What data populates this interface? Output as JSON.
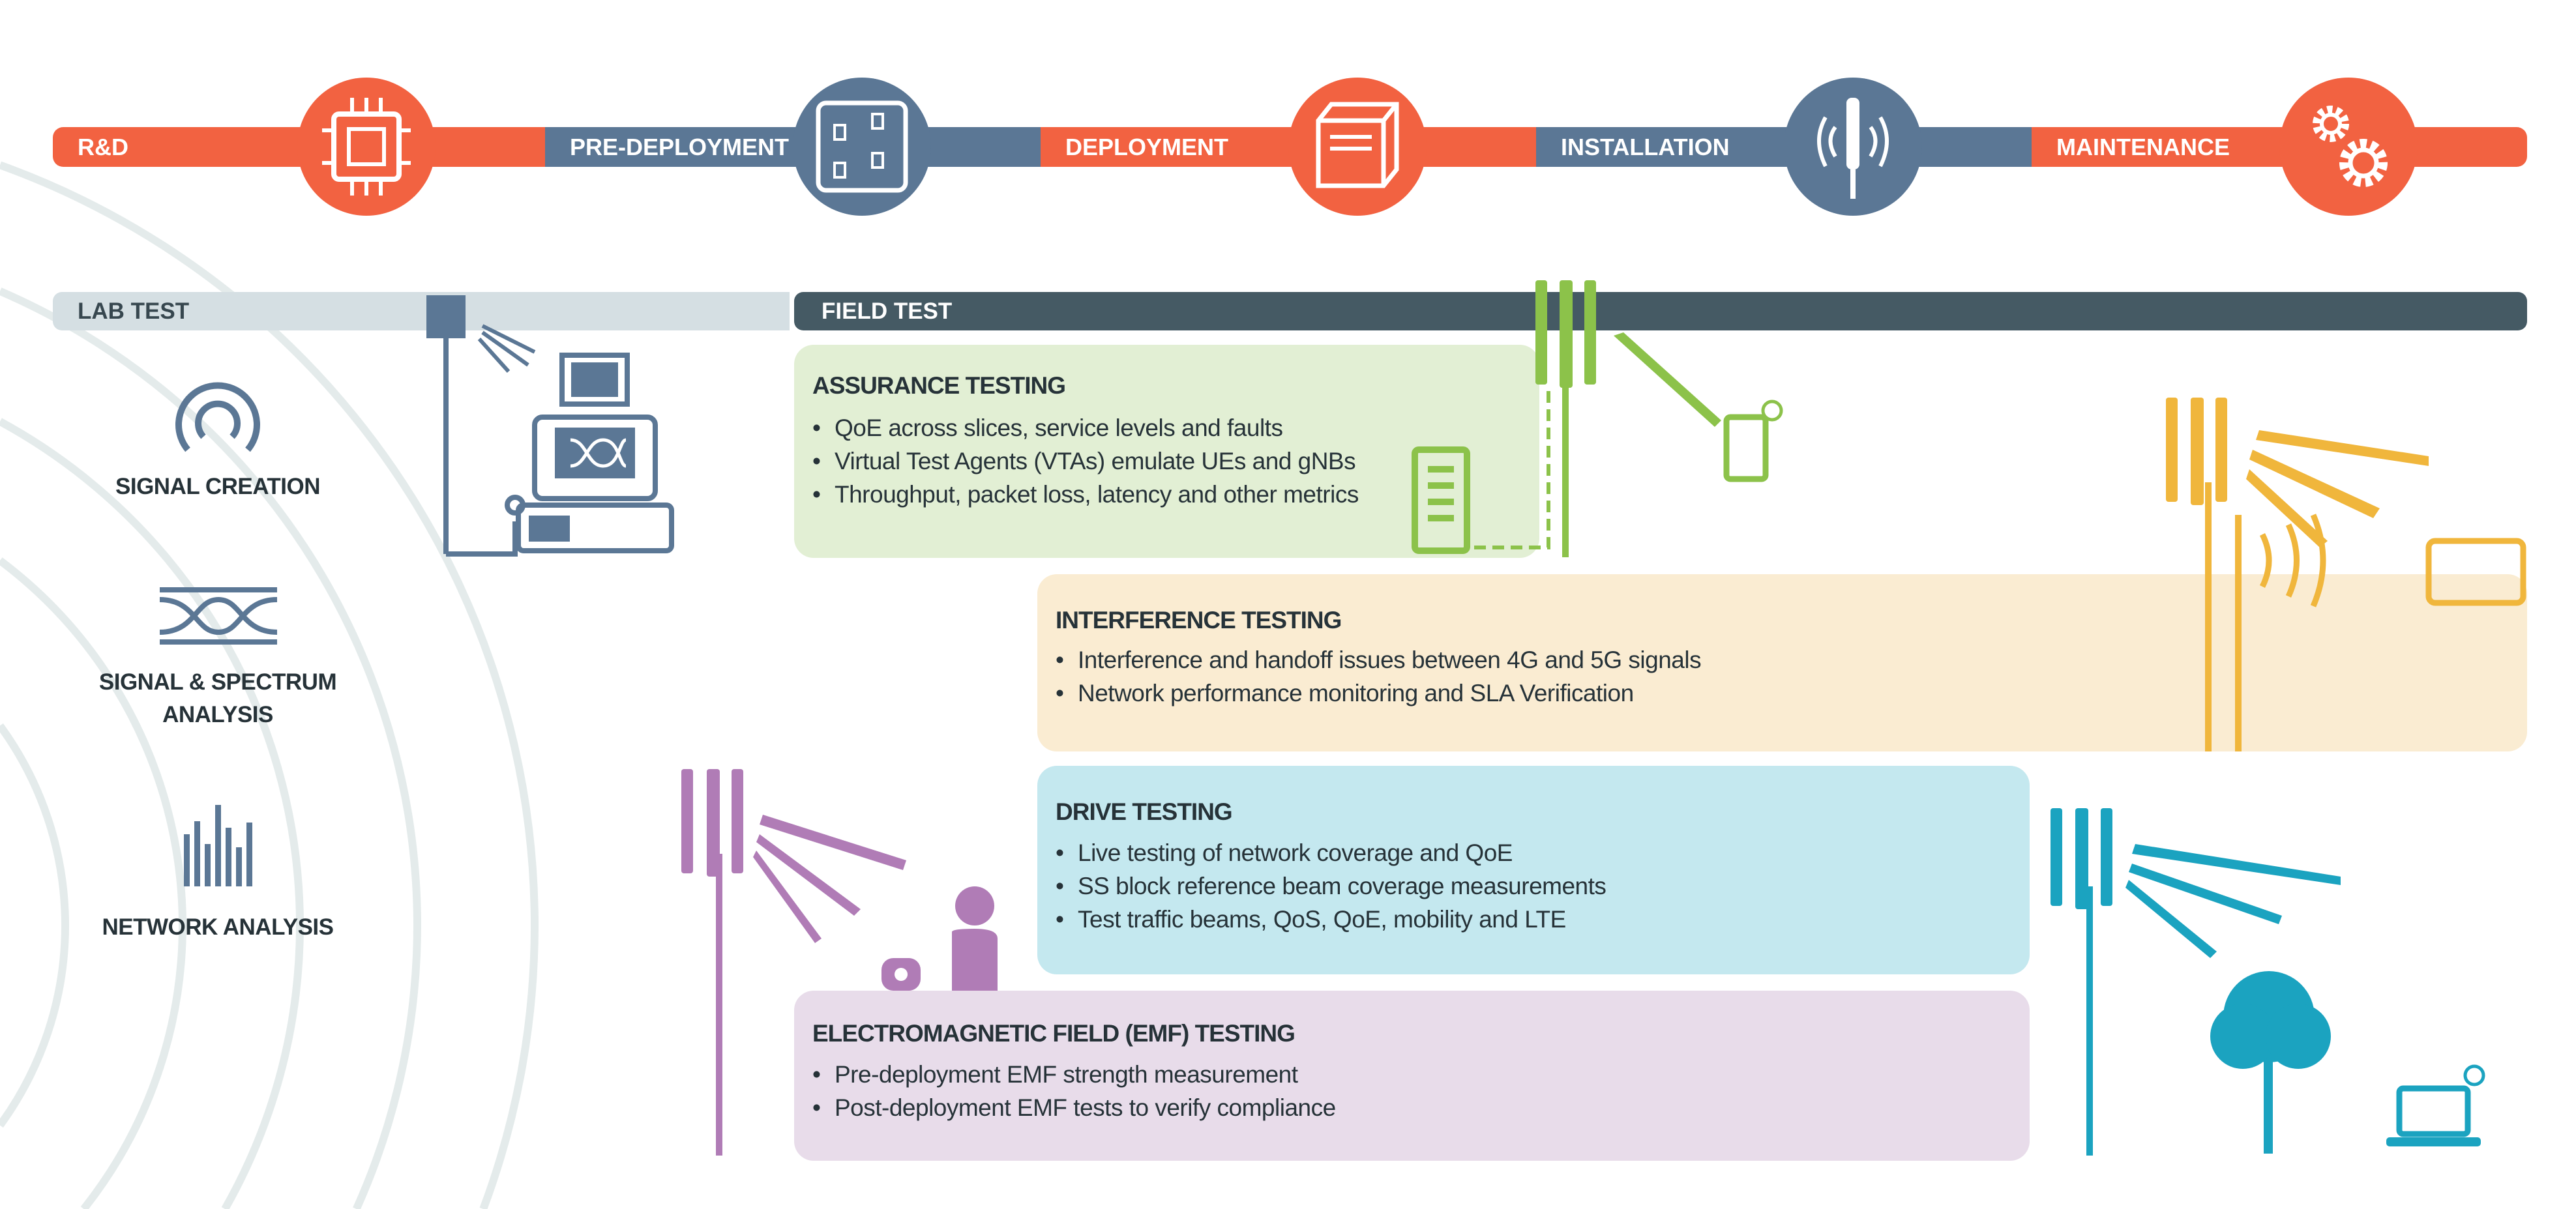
{
  "stages": [
    {
      "label": "R&D",
      "icon": "chip-icon"
    },
    {
      "label": "PRE-DEPLOYMENT",
      "icon": "circuit-board-icon"
    },
    {
      "label": "DEPLOYMENT",
      "icon": "box-icon"
    },
    {
      "label": "INSTALLATION",
      "icon": "antenna-icon"
    },
    {
      "label": "MAINTENANCE",
      "icon": "gears-icon"
    }
  ],
  "test_bars": {
    "lab": "LAB TEST",
    "field": "FIELD TEST"
  },
  "lab_categories": [
    {
      "label": "SIGNAL CREATION",
      "icon": "signal-icon"
    },
    {
      "label_line1": "SIGNAL & SPECTRUM",
      "label_line2": "ANALYSIS",
      "icon": "eye-diagram-icon"
    },
    {
      "label": "NETWORK ANALYSIS",
      "icon": "bar-graph-icon"
    }
  ],
  "boxes": {
    "assurance": {
      "title": "ASSURANCE TESTING",
      "bullets": [
        "QoE across slices, service levels and faults",
        "Virtual Test Agents (VTAs) emulate UEs and gNBs",
        "Throughput, packet loss, latency and other metrics"
      ]
    },
    "interference": {
      "title": "INTERFERENCE TESTING",
      "bullets": [
        "Interference and handoff issues between 4G and 5G signals",
        "Network performance monitoring and SLA Verification"
      ]
    },
    "drive": {
      "title": "DRIVE TESTING",
      "bullets": [
        "Live testing of network coverage and QoE",
        "SS block reference beam coverage measurements",
        "Test traffic beams, QoS, QoE, mobility and LTE"
      ]
    },
    "emf": {
      "title": "ELECTROMAGNETIC FIELD (EMF) TESTING",
      "bullets": [
        "Pre-deployment EMF strength measurement",
        "Post-deployment EMF tests to verify compliance"
      ]
    }
  },
  "colors": {
    "orange": "#f26241",
    "slate": "#5b7795",
    "dark": "#455a64",
    "green": "#8cc24a",
    "yellow": "#f0b63c",
    "purple": "#b07cb6",
    "teal": "#1ba3c0"
  }
}
